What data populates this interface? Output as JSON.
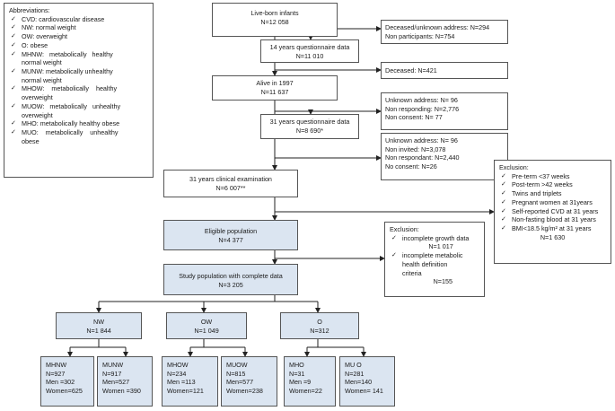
{
  "abbreviations": {
    "title": "Abbreviations:",
    "items": [
      [
        "CVD: cardiovascular disease"
      ],
      [
        "NW: normal weight"
      ],
      [
        "OW: overweight"
      ],
      [
        "O: obese"
      ],
      [
        "MHNW:   metabolically   healthy",
        "normal weight"
      ],
      [
        "MUNW: metabolically unhealthy",
        "normal weight"
      ],
      [
        "MHOW:    metabolically    healthy",
        "overweight"
      ],
      [
        "MUOW:   metabolically   unhealthy",
        "overweight"
      ],
      [
        "MHO: metabolically healthy obese"
      ],
      [
        "MUO:    metabolically    unhealthy",
        "obese"
      ]
    ]
  },
  "main": [
    {
      "l1": "Live-born infants",
      "l2": "N=12 058"
    },
    {
      "l1": "14 years questionnaire data",
      "l2": "N=11 010"
    },
    {
      "l1": "Alive in 1997",
      "l2": "N=11 637"
    },
    {
      "l1": "31 years questionnaire data",
      "l2": "N=8  690*"
    },
    {
      "l1": "31 years clinical examination",
      "l2": "N=6 007**"
    },
    {
      "l1": "Eligible  population",
      "l2": "N=4 377"
    },
    {
      "l1": "Study population with complete data",
      "l2": "N=3 205"
    }
  ],
  "side": {
    "deceased1": [
      "Deceased/unknown address: N=294",
      "Non participants: N=754"
    ],
    "deceased2": [
      "Deceased: N=421"
    ],
    "nonresp31q": [
      "Unknown address: N= 96",
      "Non responding: N=2,776",
      "Non consent: N= 77"
    ],
    "nonresp31c": [
      "Unknown address: N= 96",
      "Non invited: N=3,078",
      "Non respondant: N=2,440",
      "No consent: N=26"
    ]
  },
  "exclusion1": {
    "title": "Exclusion:",
    "items": [
      "Pre-term <37 weeks",
      "Post-term >42 weeks",
      "Twins and triplets",
      "Pregnant women at 31years",
      "Self-reported CVD at 31 years",
      "Non-fasting blood at 31 years",
      "BMI<18.5 kg/m² at 31 years"
    ],
    "total": "N=1  630"
  },
  "exclusion2": {
    "title": "Exclusion:",
    "items": [
      [
        "incomplete growth data",
        "N=1 017"
      ],
      [
        "incomplete metabolic",
        "health definition",
        "criteria"
      ]
    ],
    "total": "N=155"
  },
  "groups": [
    {
      "l1": "NW",
      "l2": "N=1 844"
    },
    {
      "l1": "OW",
      "l2": "N=1 049"
    },
    {
      "l1": "O",
      "l2": "N=312"
    }
  ],
  "subgroups": [
    {
      "name": "MHNW",
      "n": "N=927",
      "men": "Men =302",
      "women": "Women=625"
    },
    {
      "name": "MUNW",
      "n": "N=917",
      "men": "Men=527",
      "women": "Women =390"
    },
    {
      "name": "MHOW",
      "n": "N=234",
      "men": "Men =113",
      "women": "Women=121"
    },
    {
      "name": "MUOW",
      "n": "N=815",
      "men": "Men=577",
      "women": "Women=238"
    },
    {
      "name": "MHO",
      "n": "N=31",
      "men": "Men =9",
      "women": "Women=22"
    },
    {
      "name": "MU O",
      "n": "N=281",
      "men": "Men=140",
      "women": "Women= 141"
    }
  ]
}
